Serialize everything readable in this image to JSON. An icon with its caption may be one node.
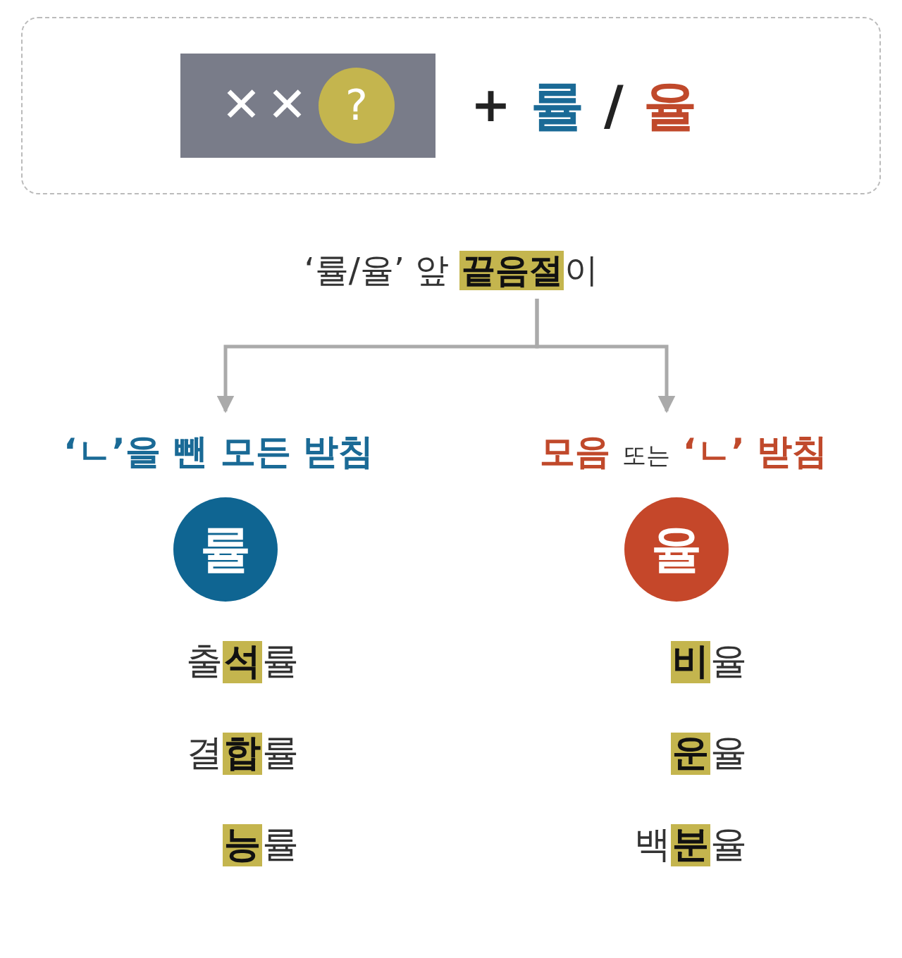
{
  "diagram": {
    "nodes": [
      {
        "text": [
          "+",
          "률",
          "/",
          "율"
        ]
      },
      {
        "text": [
          "✕✕",
          "?"
        ],
        "in": 0
      },
      {
        "text": [
          "‘률/율’ 앞 **끝음절**이"
        ]
      },
      {
        "text": [
          "‘ㄴ’을 뺀 모든 받침"
        ]
      },
      {
        "text": [
          "모음 *또는* ‘ㄴ’ 받침"
        ]
      },
      {
        "text": [
          "률"
        ]
      },
      {
        "text": [
          "율"
        ]
      }
    ],
    "edges": [
      {
        "from": 2,
        "to": 3,
        "arrow": "to"
      },
      {
        "from": 2,
        "to": 4,
        "arrow": "to"
      }
    ],
    "labels": [
      "출**석**률",
      "**비**율",
      "결**합**률",
      "**운**율",
      "**능**률",
      "백**분**율"
    ]
  }
}
